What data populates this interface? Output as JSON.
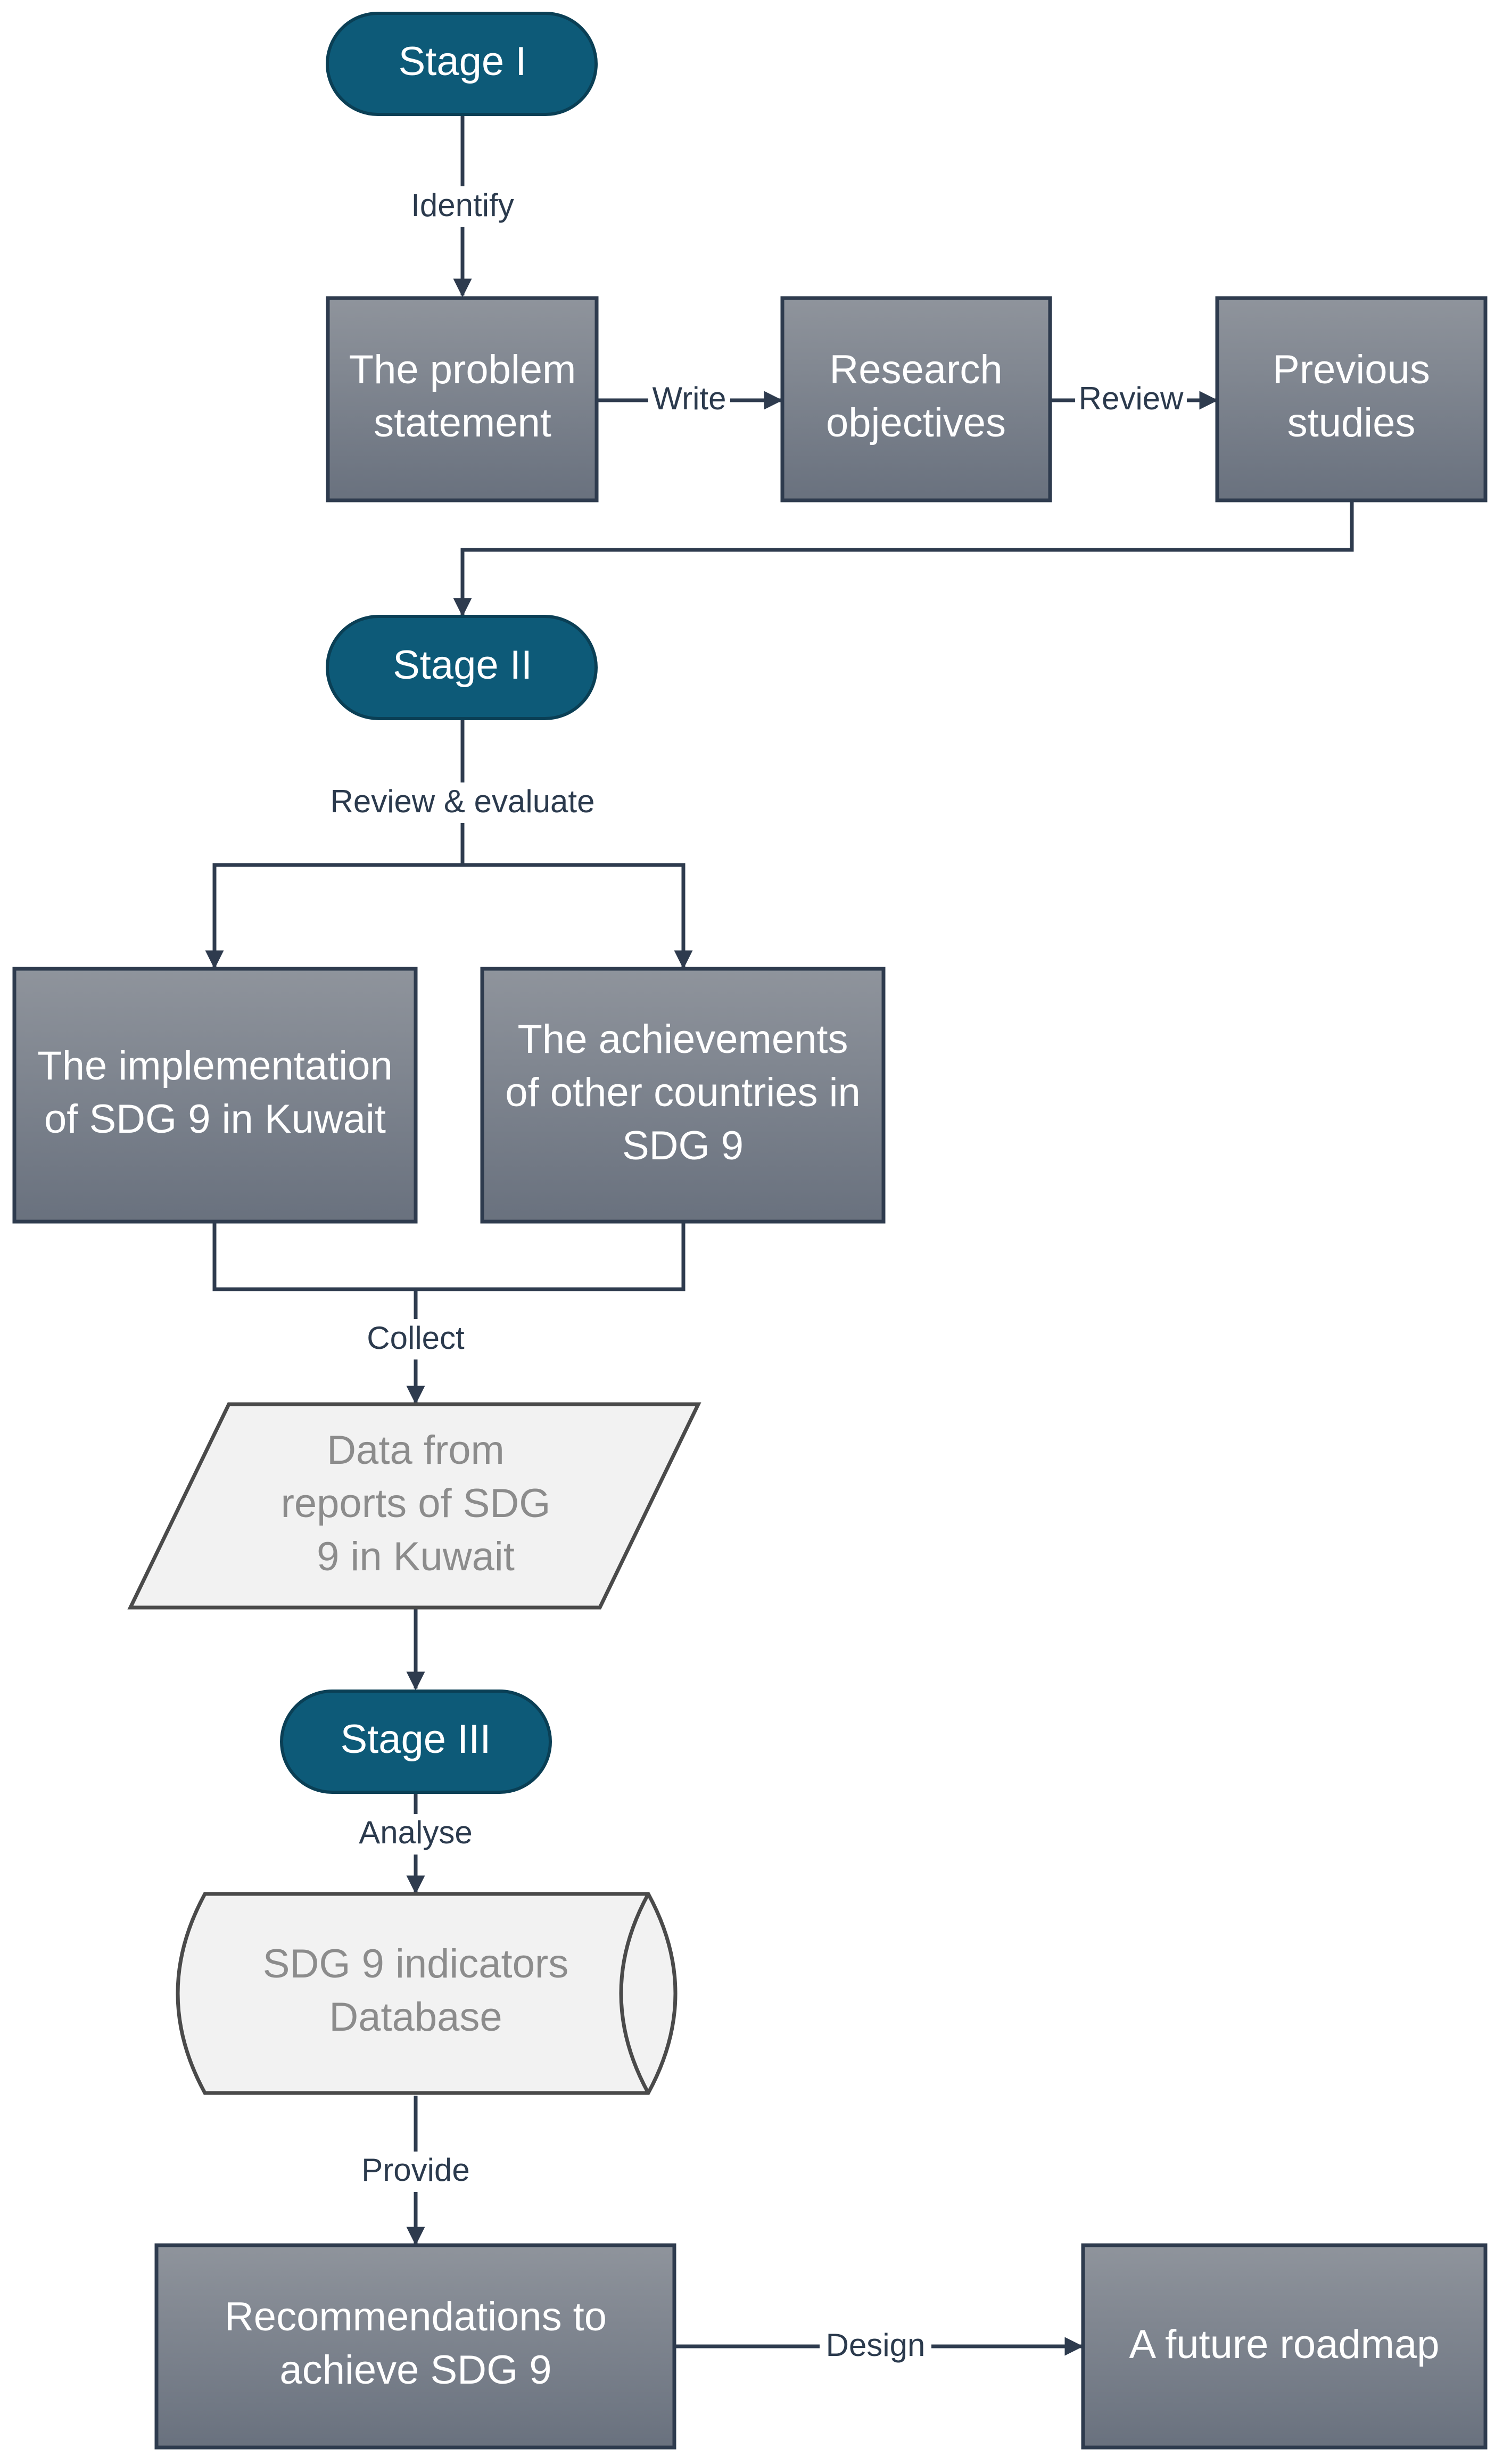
{
  "diagram": {
    "nodes": {
      "stage1": {
        "lines": [
          "Stage I"
        ]
      },
      "problem": {
        "lines": [
          "The problem",
          "statement"
        ]
      },
      "objectives": {
        "lines": [
          "Research",
          "objectives"
        ]
      },
      "previous": {
        "lines": [
          "Previous",
          "studies"
        ]
      },
      "stage2": {
        "lines": [
          "Stage II"
        ]
      },
      "implementation": {
        "lines": [
          "The implementation",
          "of SDG 9 in Kuwait"
        ]
      },
      "achievements": {
        "lines": [
          "The achievements",
          "of other countries in",
          "SDG 9"
        ]
      },
      "data": {
        "lines": [
          "Data from",
          "reports of SDG",
          "9 in Kuwait"
        ]
      },
      "stage3": {
        "lines": [
          "Stage III"
        ]
      },
      "database": {
        "lines": [
          "SDG 9 indicators",
          "Database"
        ]
      },
      "recommendations": {
        "lines": [
          "Recommendations to",
          "achieve SDG 9"
        ]
      },
      "roadmap": {
        "lines": [
          "A future roadmap"
        ]
      }
    },
    "edges": {
      "identify": "Identify",
      "write": "Write",
      "review": "Review",
      "review_evaluate": "Review & evaluate",
      "collect": "Collect",
      "analyse": "Analyse",
      "provide": "Provide",
      "design": "Design"
    },
    "colors": {
      "terminal_fill": "#0d5a78",
      "terminal_stroke": "#0a3f55",
      "process_top": "#8f949c",
      "process_bottom": "#69717e",
      "process_stroke": "#2e3b4e",
      "data_fill": "#f2f2f2",
      "data_stroke": "#4a4a4a",
      "line": "#2e3b4e"
    }
  }
}
